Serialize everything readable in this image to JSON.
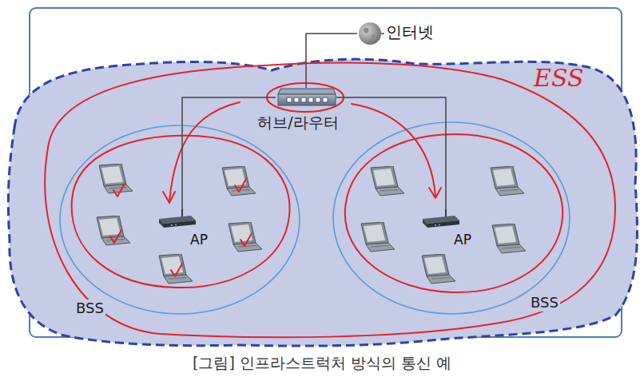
{
  "diagram": {
    "caption": "[그림] 인프라스트럭처 방식의 통신 예",
    "nodes": [
      {
        "text": [
          "인터넷"
        ]
      },
      {
        "text": [
          "ESS"
        ]
      },
      {
        "text": [
          "허브/라우터"
        ],
        "in": 1
      },
      {
        "text": [
          "BSS"
        ],
        "in": 1
      },
      {
        "text": [
          "AP"
        ],
        "in": 3
      },
      {
        "text": [
          "BSS"
        ],
        "in": 1
      },
      {
        "text": [
          "AP"
        ],
        "in": 5
      }
    ],
    "edges": [
      {
        "from": 2,
        "to": 0,
        "arrow": "none"
      },
      {
        "from": 2,
        "to": 4,
        "arrow": "none"
      },
      {
        "from": 2,
        "to": 6,
        "arrow": "none"
      }
    ]
  }
}
